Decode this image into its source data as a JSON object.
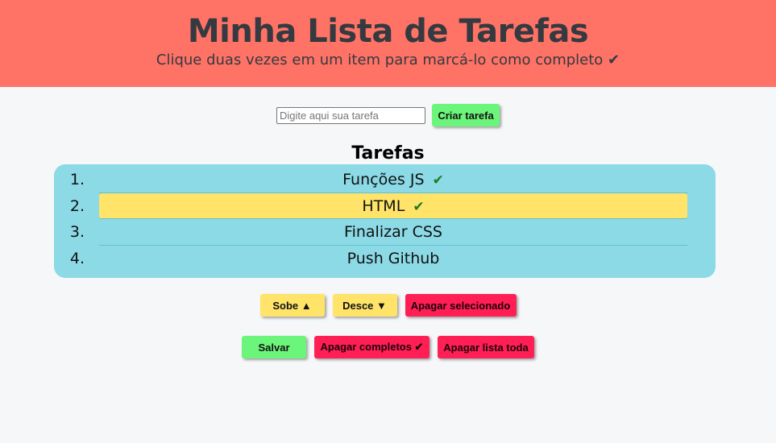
{
  "header": {
    "title": "Minha Lista de Tarefas",
    "subtitle": "Clique duas vezes em um item para marcá-lo como completo ✔"
  },
  "create": {
    "input_value": "",
    "input_placeholder": "Digite aqui sua tarefa",
    "button_label": "Criar tarefa"
  },
  "list": {
    "title": "Tarefas",
    "items": [
      {
        "number": "1.",
        "text": "Funções JS",
        "completed": true,
        "check": "✔",
        "selected": false
      },
      {
        "number": "2.",
        "text": "HTML",
        "completed": true,
        "check": "✔",
        "selected": true
      },
      {
        "number": "3.",
        "text": "Finalizar CSS",
        "completed": false,
        "check": "",
        "selected": false
      },
      {
        "number": "4.",
        "text": "Push Github",
        "completed": false,
        "check": "",
        "selected": false
      }
    ]
  },
  "actions": {
    "move_up": "Sobe ▲",
    "move_down": "Desce ▼",
    "delete_selected": "Apagar selecionado",
    "save": "Salvar",
    "delete_completed": "Apagar completos ✔",
    "delete_all": "Apagar lista toda"
  },
  "colors": {
    "header_bg": "#ff7266",
    "page_bg": "#f6f7f9",
    "list_bg": "#8bdae6",
    "selected_bg": "#ffe469",
    "green_button": "#6cf57b",
    "yellow_button": "#ffe469",
    "red_button": "#ff1f55",
    "check_color": "#1d7b24",
    "title_text": "#343a40"
  }
}
